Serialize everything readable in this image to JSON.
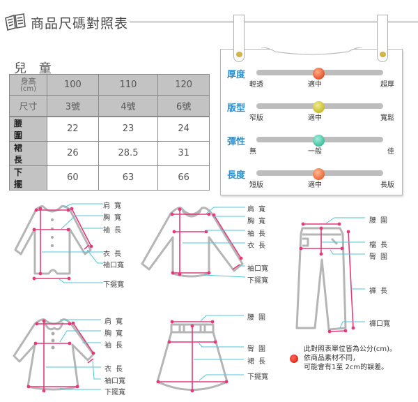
{
  "header": {
    "icon": "open-book-icon",
    "title": "商品尺碼對照表"
  },
  "size_chart": {
    "section_label": "兒 童",
    "height_row": {
      "label": "身高",
      "unit": "(cm)",
      "values": [
        "100",
        "110",
        "120"
      ]
    },
    "size_row": {
      "label": "尺寸",
      "values": [
        "3號",
        "4號",
        "6號"
      ]
    },
    "measurements": [
      {
        "label": "腰圍",
        "values": [
          "22",
          "23",
          "24"
        ]
      },
      {
        "label": "裙長",
        "values": [
          "26",
          "28.5",
          "31"
        ]
      },
      {
        "label": "下擺",
        "values": [
          "60",
          "63",
          "66"
        ]
      }
    ]
  },
  "fabric_card": {
    "attributes": [
      {
        "name": "厚度",
        "left": "輕透",
        "mid": "適中",
        "right": "超厚",
        "knob_color": "#f06a3a",
        "position": "mid"
      },
      {
        "name": "版型",
        "left": "窄版",
        "mid": "適中",
        "right": "寬鬆",
        "knob_color": "#d8cf4a",
        "position": "mid"
      },
      {
        "name": "彈性",
        "left": "無",
        "mid": "一般",
        "right": "佳",
        "knob_color": "#5fd2b4",
        "position": "mid"
      },
      {
        "name": "長度",
        "left": "短版",
        "mid": "適中",
        "right": "長版",
        "knob_color": "#f47f4a",
        "position": "mid"
      }
    ],
    "accent_color": "#2c8fcf",
    "clip_dot_color": "#d4b24a"
  },
  "diagrams": {
    "romper": {
      "labels": [
        "肩寬",
        "胸寬",
        "袖長",
        "衣長",
        "袖口寬",
        "下擺寬"
      ]
    },
    "long_sleeve_top": {
      "labels": [
        "肩寬",
        "胸寬",
        "袖長",
        "衣長",
        "袖口寬",
        "下擺寬"
      ]
    },
    "pants": {
      "labels": [
        "腰圍",
        "檔長",
        "臀圍",
        "褲長",
        "褲口寬"
      ]
    },
    "dress": {
      "labels": [
        "肩寬",
        "胸寬",
        "袖長",
        "衣長",
        "袖口寬",
        "下擺寬"
      ]
    },
    "skirt": {
      "labels": [
        "腰圍",
        "臀圍",
        "裙長",
        "下擺寬"
      ]
    },
    "line_color": "#e23a7a",
    "leader_color": "#4cc6d6",
    "garment_color": "#b5b5b5"
  },
  "note": {
    "icon": "red-bullet-icon",
    "lines": [
      "此對照表單位皆為公分(cm)。",
      "依商品素材不同，",
      "可能會有1至 2cm的誤差。"
    ]
  }
}
